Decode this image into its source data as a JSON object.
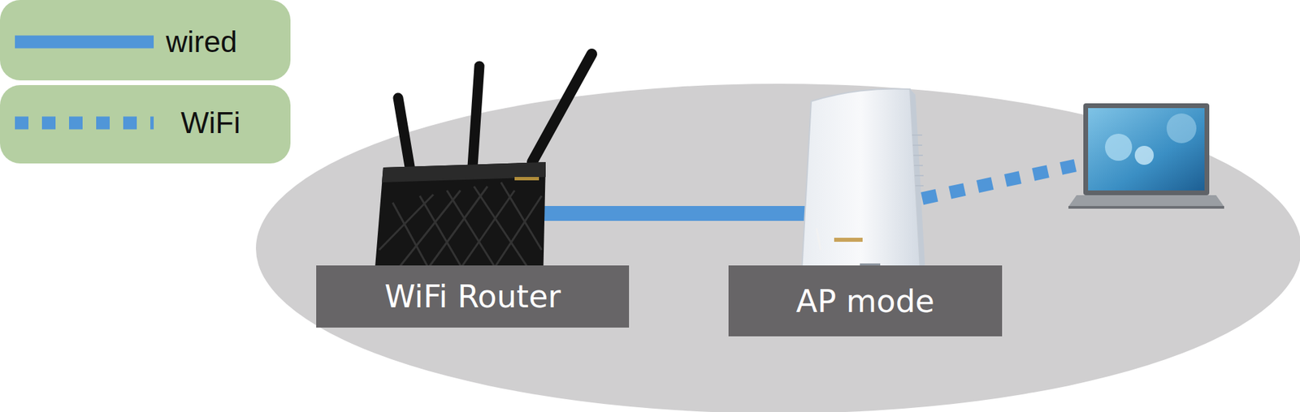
{
  "diagram": {
    "nodes": [
      {
        "text": [
          "WiFi Router"
        ]
      },
      {
        "text": [
          "AP mode"
        ]
      }
    ],
    "edges": [
      {
        "from": 0,
        "to": 1,
        "arrow": "none"
      }
    ],
    "legend": [
      {
        "text": "wired"
      },
      {
        "text": "WiFi"
      }
    ]
  }
}
